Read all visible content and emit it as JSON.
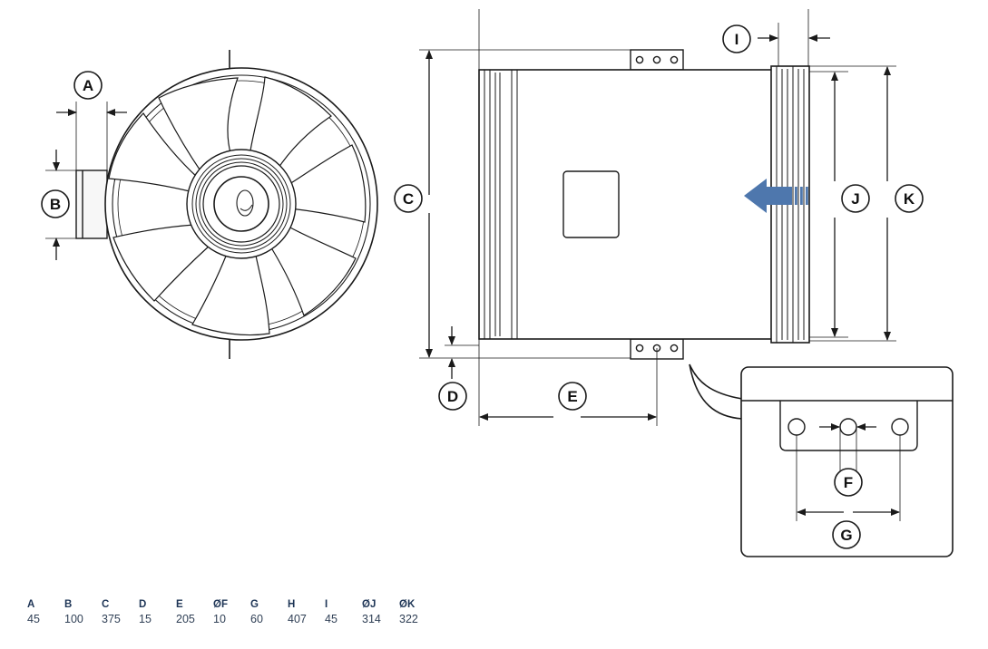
{
  "labels": {
    "A": "A",
    "B": "B",
    "C": "C",
    "D": "D",
    "E": "E",
    "F": "F",
    "G": "G",
    "I": "I",
    "J": "J",
    "K": "K"
  },
  "colors": {
    "line": "#1a1a1a",
    "arrow_fill": "#4e77ad",
    "table_head": "#1e3556",
    "table_value": "#2f3f55"
  },
  "icons": {
    "airflow": "airflow-arrow-icon"
  },
  "table": {
    "headers": [
      "A",
      "B",
      "C",
      "D",
      "E",
      "ØF",
      "G",
      "H",
      "I",
      "ØJ",
      "ØK"
    ],
    "values": [
      "45",
      "100",
      "375",
      "15",
      "205",
      "10",
      "60",
      "407",
      "45",
      "314",
      "322"
    ]
  }
}
